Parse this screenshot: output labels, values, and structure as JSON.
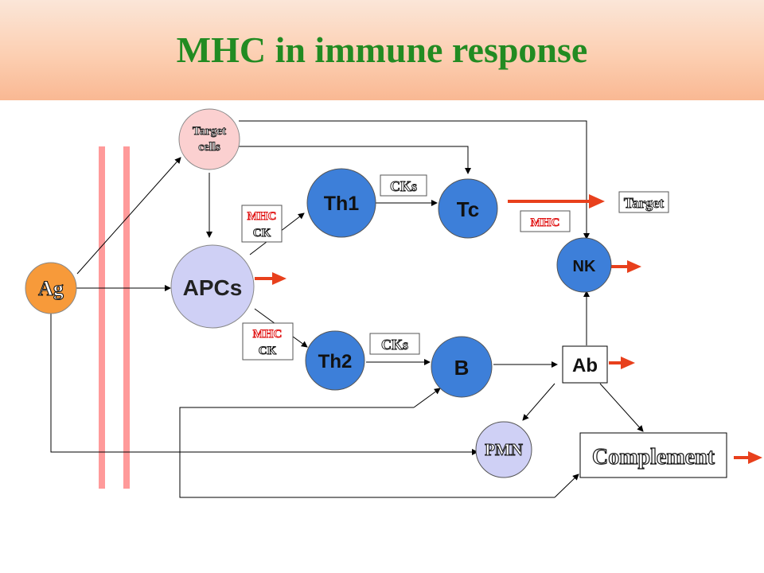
{
  "title": "MHC in immune response",
  "nodes": {
    "target_cells_line1": "Target",
    "target_cells_line2": "cells",
    "ag": "Ag",
    "apcs": "APCs",
    "th1": "Th1",
    "th2": "Th2",
    "tc": "Tc",
    "b": "B",
    "nk": "NK",
    "pmn": "PMN",
    "ab": "Ab",
    "complement": "Complement",
    "target": "Target"
  },
  "labels": {
    "mhc_ck_top_mhc": "MHC",
    "mhc_ck_top_ck": "CK",
    "mhc_ck_bottom_mhc": "MHC",
    "mhc_ck_bottom_ck": "CK",
    "cks_top": "CKs",
    "cks_bottom": "CKs",
    "mhc_tc": "MHC"
  },
  "colors": {
    "title": "#228b22",
    "effector_arrow": "#e8401c",
    "barrier": "#ff9a9a",
    "cell_fill_blue": "#3d7fd9",
    "cell_fill_light": "#cfd0f5",
    "target_cells_fill": "#fbd0d0",
    "ag_fill": "#f79a3a",
    "mhc_text": "#e01010"
  }
}
